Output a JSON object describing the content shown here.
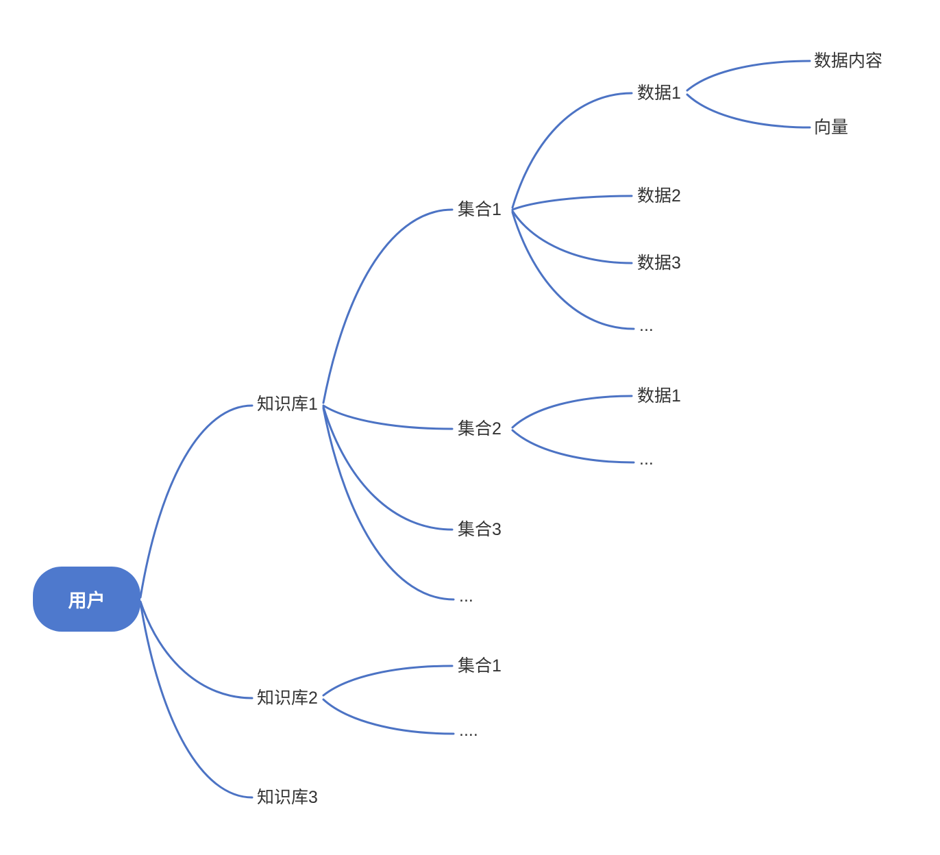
{
  "colors": {
    "line": "#4c73c4",
    "root_bg": "#4e79cd",
    "root_text": "#ffffff",
    "node_text": "#333333"
  },
  "mindmap": {
    "root": {
      "label": "用户",
      "children": [
        {
          "label": "知识库1",
          "children": [
            {
              "label": "集合1",
              "children": [
                {
                  "label": "数据1",
                  "children": [
                    {
                      "label": "数据内容"
                    },
                    {
                      "label": "向量"
                    }
                  ]
                },
                {
                  "label": "数据2"
                },
                {
                  "label": "数据3"
                },
                {
                  "label": "..."
                }
              ]
            },
            {
              "label": "集合2",
              "children": [
                {
                  "label": "数据1"
                },
                {
                  "label": "..."
                }
              ]
            },
            {
              "label": "集合3"
            },
            {
              "label": "..."
            }
          ]
        },
        {
          "label": "知识库2",
          "children": [
            {
              "label": "集合1"
            },
            {
              "label": "...."
            }
          ]
        },
        {
          "label": "知识库3"
        }
      ]
    }
  }
}
